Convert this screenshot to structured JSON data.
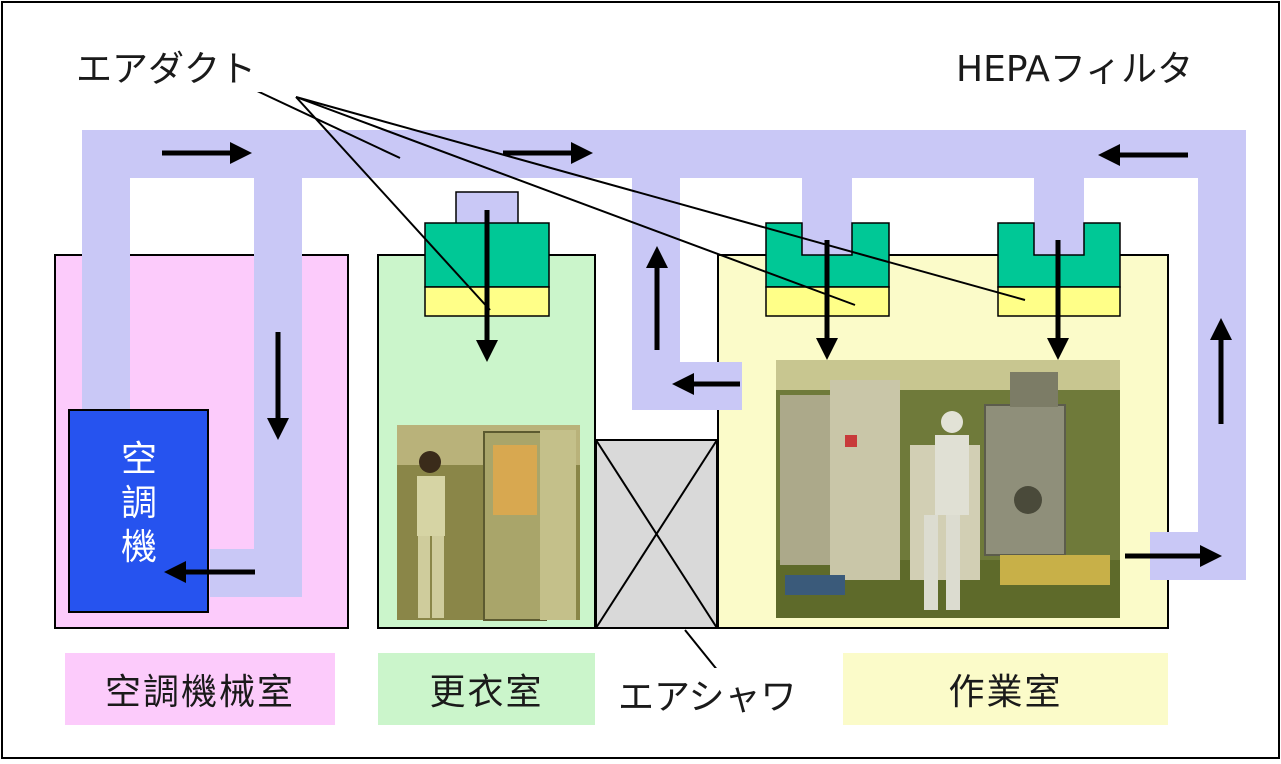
{
  "labels": {
    "air_duct": "エアダクト",
    "hepa_filter": "HEPAフィルタ",
    "air_shower": "エアシャワ",
    "ac_unit": "空\n調\n機"
  },
  "rooms": {
    "machine_room": "空調機械室",
    "changing_room": "更衣室",
    "work_room": "作業室"
  },
  "colors": {
    "duct": "#c9c8f6",
    "machine_room": "#fccbfb",
    "changing_room": "#cbf5cb",
    "work_room": "#fbfbc9",
    "ac_unit": "#2653ef",
    "filter_top": "#00c896",
    "filter_bottom": "#ffff88",
    "air_shower": "#d9d9d9"
  },
  "icons": {
    "arrow": "black-arrow",
    "photo": "photograph"
  }
}
